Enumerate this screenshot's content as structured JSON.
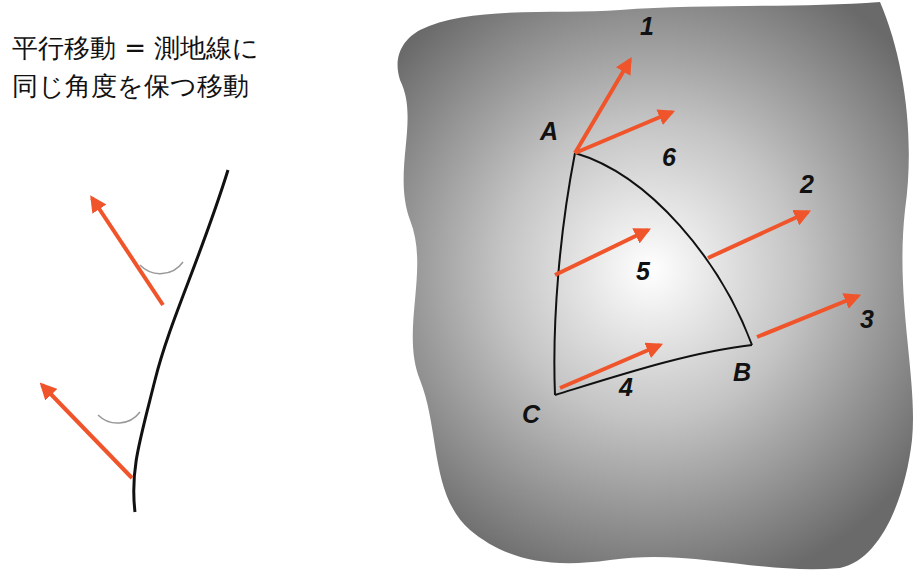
{
  "diagram": {
    "labels": [
      "平行移動 = 測地線に 同じ角度を保つ移動",
      "1",
      "6",
      "A",
      "2",
      "5",
      "3",
      "B",
      "4",
      "C"
    ]
  }
}
